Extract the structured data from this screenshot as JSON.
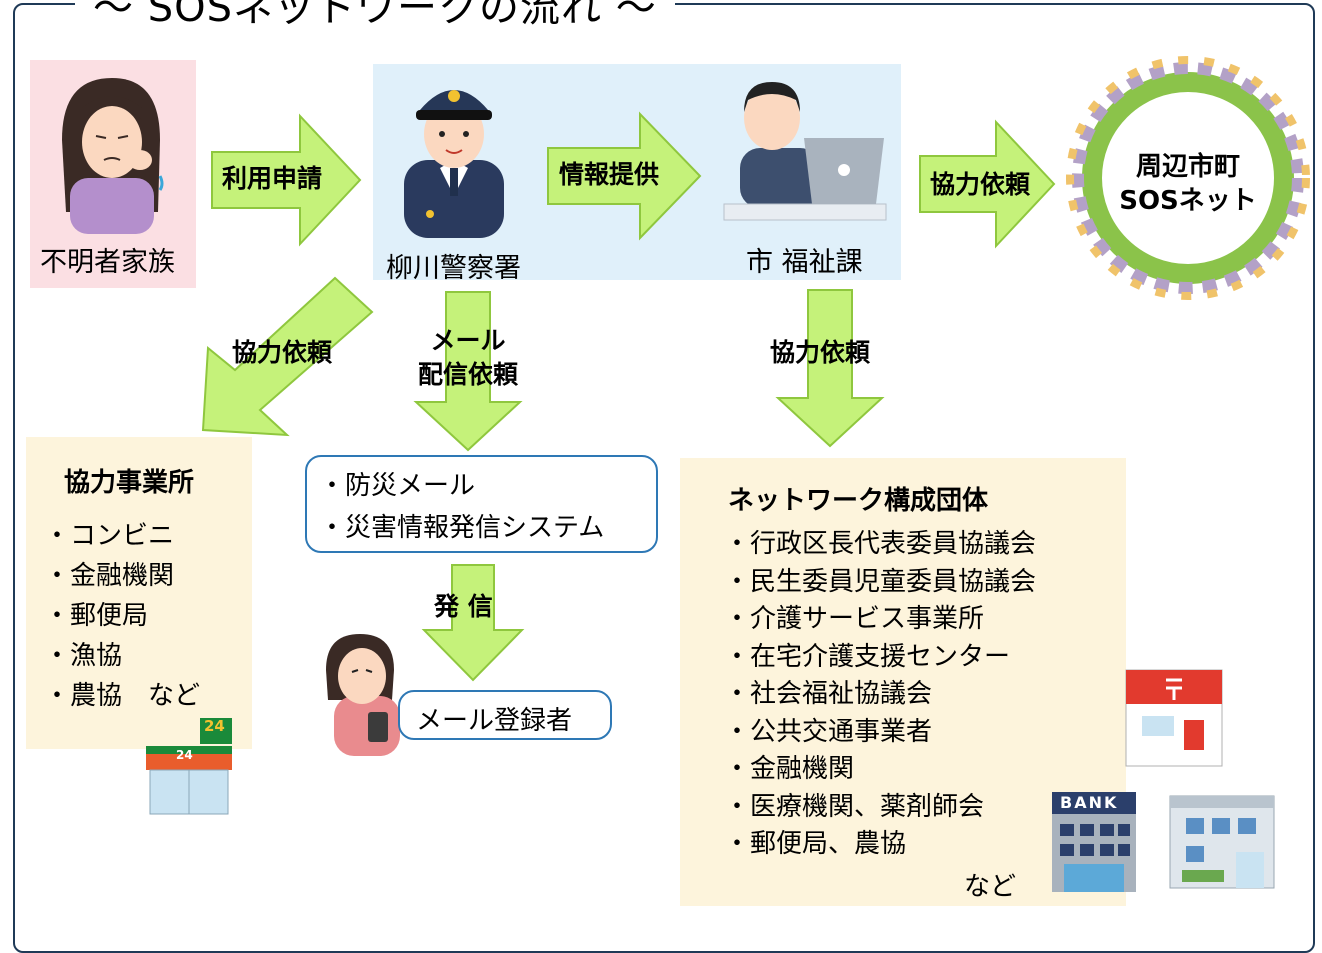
{
  "title": "〜 SOSネットワークの流れ 〜",
  "family": {
    "label": "不明者家族"
  },
  "police": {
    "label": "柳川警察署"
  },
  "welfare": {
    "label": "市 福祉課"
  },
  "ring": {
    "line1": "周辺市町",
    "line2": "SOSネット"
  },
  "arrows": {
    "apply": "利用申請",
    "info": "情報提供",
    "coop_ring": "協力依頼",
    "coop_left": "協力依頼",
    "mail_line1": "メール",
    "mail_line2": "配信依頼",
    "coop_right": "協力依頼",
    "send": "発 信"
  },
  "businesses": {
    "heading": "協力事業所",
    "items": [
      "・コンビニ",
      "・金融機関",
      "・郵便局",
      "・漁協",
      "・農協　など"
    ]
  },
  "mail_systems": {
    "items": [
      "・防災メール",
      "・災害情報発信システム"
    ]
  },
  "registrants": {
    "label": "メール登録者"
  },
  "network": {
    "heading": "ネットワーク構成団体",
    "items": [
      "・行政区長代表委員協議会",
      "・民生委員児童委員協議会",
      "・介護サービス事業所",
      "・在宅介護支援センター",
      "・社会福祉協議会",
      "・公共交通事業者",
      "・金融機関",
      "・医療機関、薬剤師会",
      "・郵便局、農協"
    ],
    "footer": "など"
  },
  "illustrations": {
    "store_sign": "24",
    "store_awning": "24",
    "bank_sign": "BANK"
  },
  "colors": {
    "arrow_fill": "#c5f27a",
    "arrow_stroke": "#8fc73e",
    "frame": "#1f3a57",
    "mailbox_border": "#2e78b5",
    "pink_box": "#fbdfe3",
    "blue_box": "#e0f0fa",
    "cream_box": "#fdf4dc"
  }
}
